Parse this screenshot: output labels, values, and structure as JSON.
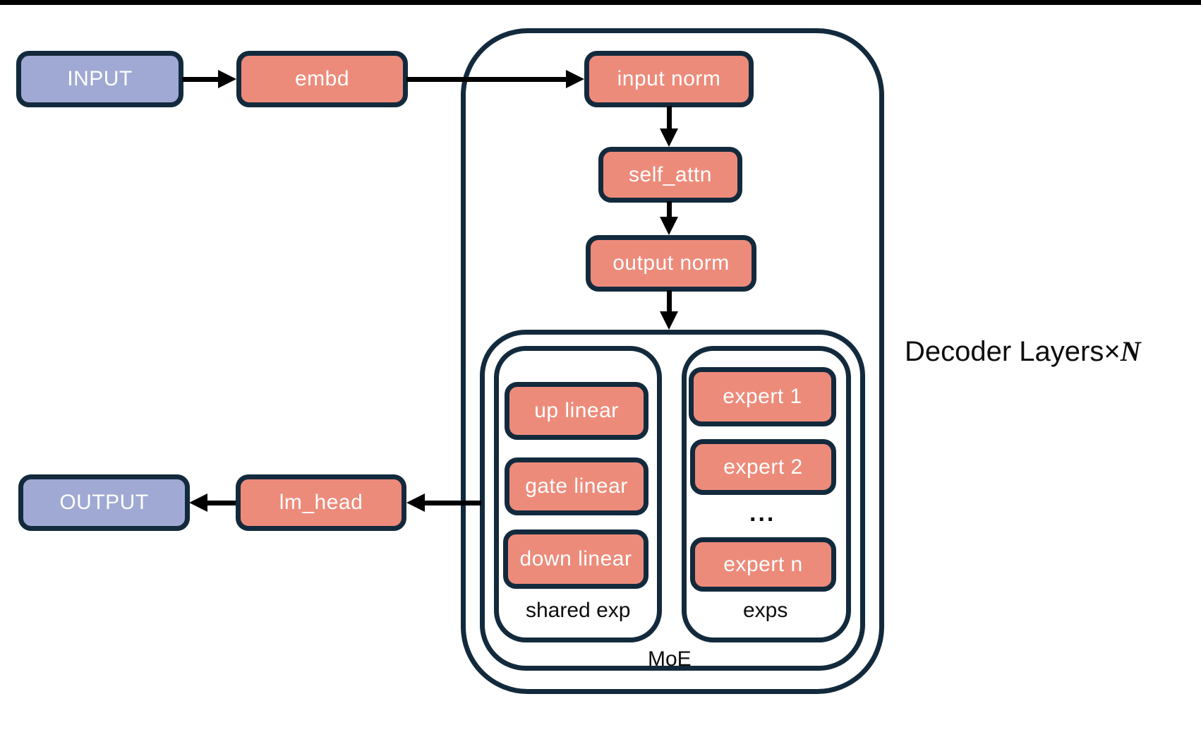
{
  "colors": {
    "salmon_fill": "#ED8B7B",
    "purple_fill": "#A0A9D3",
    "navy_stroke": "#132A3D",
    "arrow_black": "#000000",
    "background": "#FFFFFF"
  },
  "nodes": {
    "input": "INPUT",
    "embd": "embd",
    "input_norm": "input norm",
    "self_attn": "self_attn",
    "output_norm": "output norm",
    "lm_head": "lm_head",
    "output": "OUTPUT"
  },
  "decoder": {
    "label": "Decoder Layers×",
    "n": "N"
  },
  "moe": {
    "label": "MoE",
    "shared": {
      "label": "shared exp",
      "boxes": [
        "up linear",
        "gate linear",
        "down linear"
      ]
    },
    "experts": {
      "label": "exps",
      "boxes": [
        "expert 1",
        "expert 2",
        "expert n"
      ],
      "ellipsis": "..."
    }
  }
}
